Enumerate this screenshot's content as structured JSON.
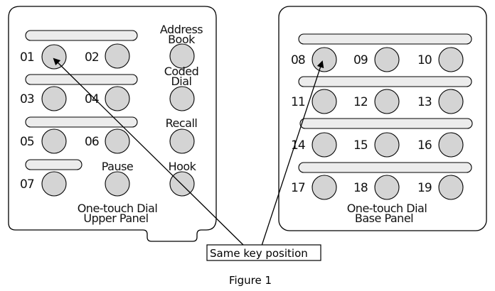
{
  "figure_caption": "Figure 1",
  "callout": {
    "text": "Same key position"
  },
  "upper_panel": {
    "caption_line1": "One-touch Dial",
    "caption_line2": "Upper Panel",
    "keys": [
      {
        "label": "01"
      },
      {
        "label": "02"
      },
      {
        "label": "03"
      },
      {
        "label": "04"
      },
      {
        "label": "05"
      },
      {
        "label": "06"
      },
      {
        "label": "07"
      }
    ],
    "function_keys": [
      {
        "label_line1": "Address",
        "label_line2": "Book"
      },
      {
        "label_line1": "Coded",
        "label_line2": "Dial"
      },
      {
        "label_line1": "Recall",
        "label_line2": ""
      },
      {
        "label_line1": "Pause",
        "label_line2": ""
      },
      {
        "label_line1": "Hook",
        "label_line2": ""
      }
    ]
  },
  "base_panel": {
    "caption_line1": "One-touch Dial",
    "caption_line2": "Base Panel",
    "keys": [
      {
        "label": "08"
      },
      {
        "label": "09"
      },
      {
        "label": "10"
      },
      {
        "label": "11"
      },
      {
        "label": "12"
      },
      {
        "label": "13"
      },
      {
        "label": "14"
      },
      {
        "label": "15"
      },
      {
        "label": "16"
      },
      {
        "label": "17"
      },
      {
        "label": "18"
      },
      {
        "label": "19"
      }
    ]
  },
  "colors": {
    "key_fill": "#d4d4d4",
    "bar_fill": "#ececec",
    "outline": "#000000"
  }
}
